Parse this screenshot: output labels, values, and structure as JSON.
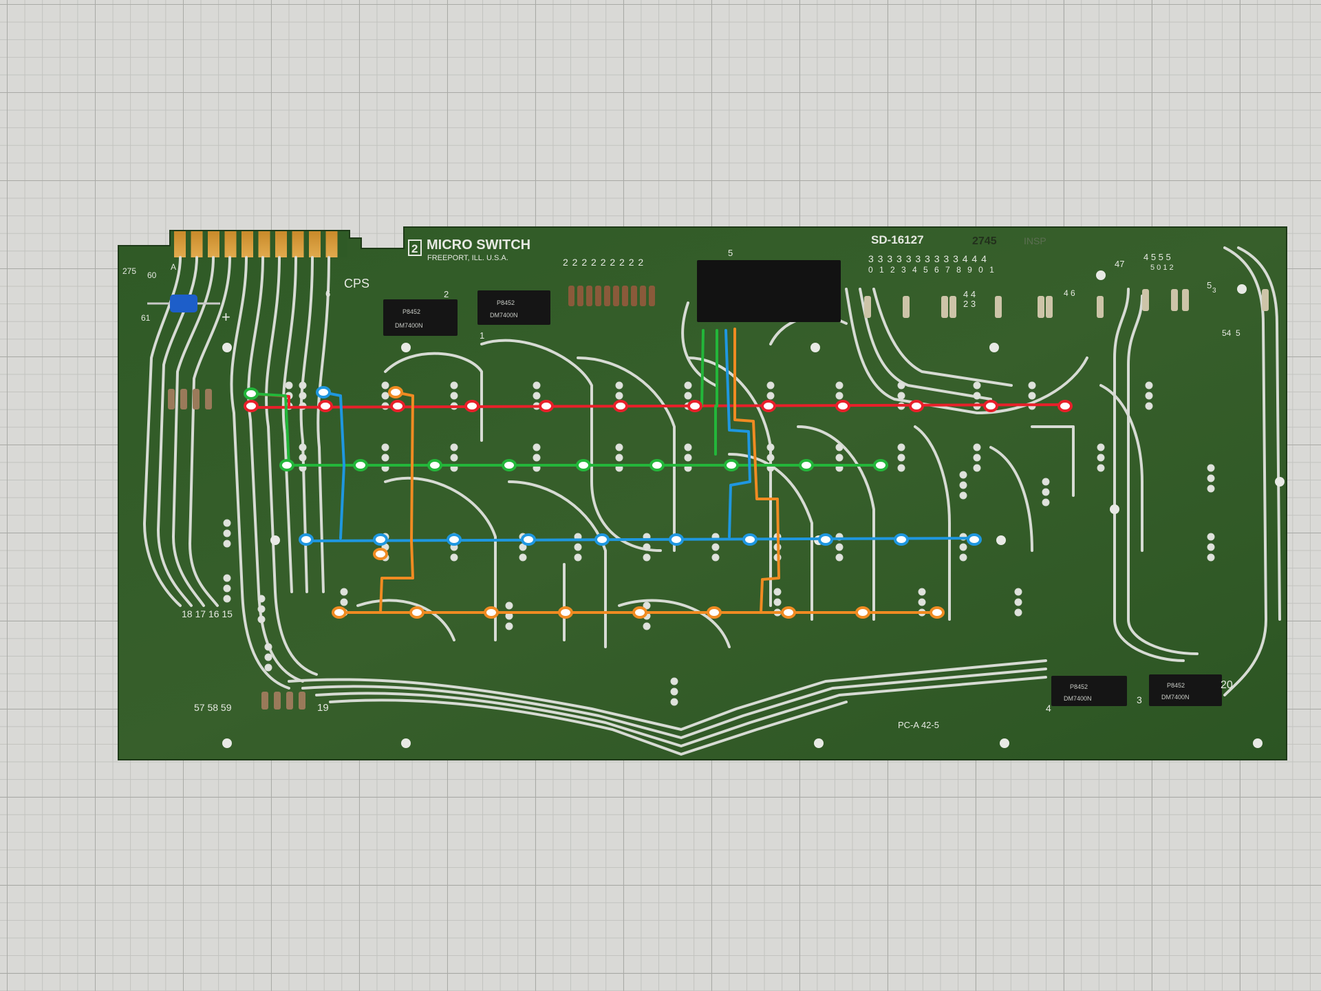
{
  "board": {
    "manufacturer": "MICRO SWITCH",
    "location": "FREEPORT, ILL.   U.S.A.",
    "manufacturer_mark": "2",
    "part_number": "SD-16127",
    "date_code": "2745",
    "inspection_stamp": "INSP",
    "board_code": "PC-A 42-5",
    "cps_label": "CPS",
    "labels": {
      "pad_a": "A",
      "pad_60": "60",
      "pad_61": "61",
      "plus": "+",
      "pin_275": "275",
      "chip_2": "2",
      "chip_1": "1",
      "chip_6": "6",
      "chip_5": "5",
      "chip_4": "4",
      "chip_3": "3",
      "pin_20": "20",
      "pin_19": "19",
      "pins_18_15": "18 17 16 15",
      "pins_57_59": "57 58 59",
      "pins_47": "47",
      "pins_4555": "4 5 5 5",
      "pins_4557_sub": "5 0 1 2",
      "pin_53": "5",
      "pin_53_sub": "3",
      "pin_54": "54",
      "pin_55": "5",
      "top_row_2": "2 2 2 2 2 2 2 2 2",
      "top_row_3": "3 3 3 3 3 3 3 3 3 3 4 4 4",
      "top_row_3_sub": "0 1 2 3 4 5 6 7 8 9 0 1",
      "pins_42_43": "4 4",
      "pins_42_43_sub": "2 3",
      "pin_46": "4 6"
    }
  },
  "chips": [
    {
      "maker": "P8452",
      "type": "DM7400N"
    },
    {
      "maker": "P8452",
      "type": "DM7400N"
    },
    {
      "maker": "P8452",
      "type": "DM7400N"
    },
    {
      "maker": "P8452",
      "type": "DM7400N"
    }
  ],
  "overlay_colors": {
    "row_1": "#e8202a",
    "row_2": "#23b63a",
    "row_3": "#1f97e0",
    "row_4": "#f08b22"
  }
}
